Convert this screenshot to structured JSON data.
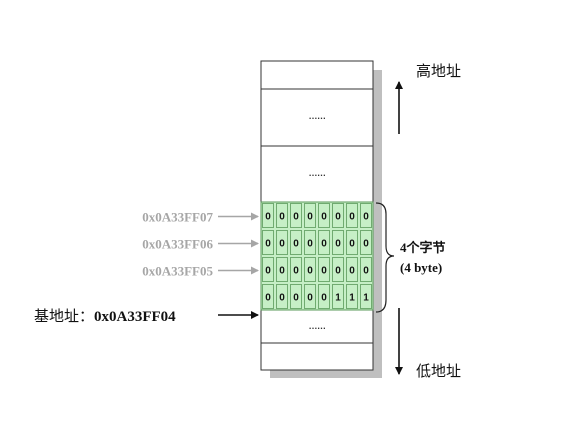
{
  "labels": {
    "high_address": "高地址",
    "low_address": "低地址",
    "base_address_label": "基地址：",
    "base_address_value": "0x0A33FF04",
    "ellipsis": "……",
    "size_line1": "4个字节",
    "size_line2": "(4 byte)"
  },
  "addresses": [
    "0x0A33FF07",
    "0x0A33FF06",
    "0x0A33FF05"
  ],
  "bytes": [
    {
      "address": "0x0A33FF07",
      "bits": [
        "0",
        "0",
        "0",
        "0",
        "0",
        "0",
        "0",
        "0"
      ]
    },
    {
      "address": "0x0A33FF06",
      "bits": [
        "0",
        "0",
        "0",
        "0",
        "0",
        "0",
        "0",
        "0"
      ]
    },
    {
      "address": "0x0A33FF05",
      "bits": [
        "0",
        "0",
        "0",
        "0",
        "0",
        "0",
        "0",
        "0"
      ]
    },
    {
      "address": "0x0A33FF04",
      "bits": [
        "0",
        "0",
        "0",
        "0",
        "0",
        "1",
        "1",
        "1"
      ]
    }
  ],
  "colors": {
    "cell_fill": "#c6efc6",
    "cell_border": "#5a9a5a",
    "shadow": "#bfbfbf",
    "gray_text": "#a6a6a6"
  }
}
